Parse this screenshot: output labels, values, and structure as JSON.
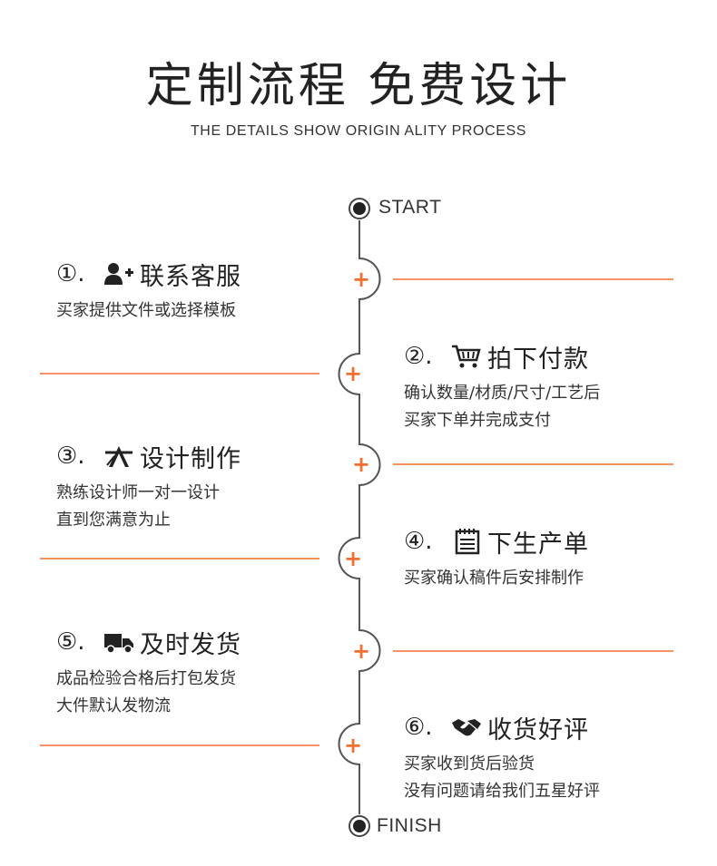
{
  "header": {
    "title": "定制流程 免费设计",
    "subtitle": "THE DETAILS SHOW ORIGIN ALITY PROCESS"
  },
  "timeline": {
    "start_label": "START",
    "finish_label": "FINISH",
    "plus_symbol": "+",
    "accent_color": "#f36f30",
    "line_color": "#555555"
  },
  "steps": [
    {
      "number": "①.",
      "icon": "add-user-icon",
      "title": "联系客服",
      "lines": [
        "买家提供文件或选择模板"
      ]
    },
    {
      "number": "②.",
      "icon": "shopping-cart-icon",
      "title": "拍下付款",
      "lines": [
        "确认数量/材质/尺寸/工艺后",
        "买家下单并完成支付"
      ]
    },
    {
      "number": "③.",
      "icon": "design-tools-icon",
      "title": "设计制作",
      "lines": [
        "熟练设计师一对一设计",
        "直到您满意为止"
      ]
    },
    {
      "number": "④.",
      "icon": "notepad-icon",
      "title": "下生产单",
      "lines": [
        "买家确认稿件后安排制作"
      ]
    },
    {
      "number": "⑤.",
      "icon": "delivery-truck-icon",
      "title": "及时发货",
      "lines": [
        "成品检验合格后打包发货",
        "大件默认发物流"
      ]
    },
    {
      "number": "⑥.",
      "icon": "handshake-icon",
      "title": "收货好评",
      "lines": [
        "买家收到货后验货",
        "没有问题请给我们五星好评"
      ]
    }
  ]
}
